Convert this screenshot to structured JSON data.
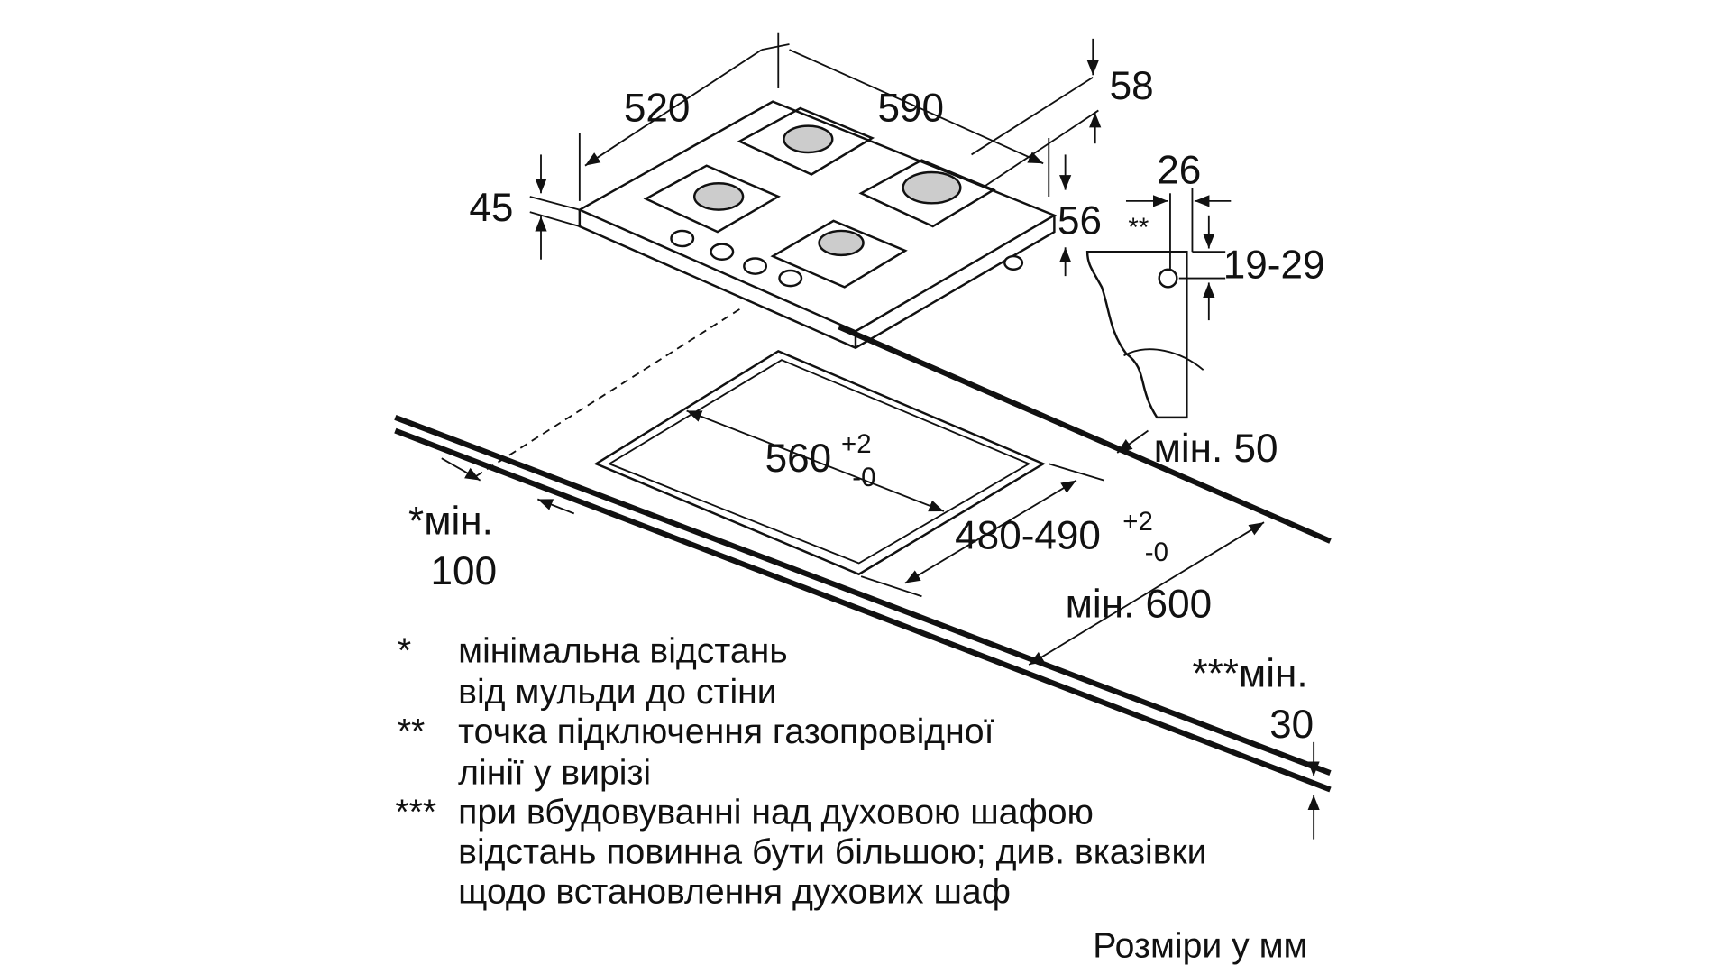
{
  "dimensions": {
    "depth": "520",
    "width": "590",
    "knob_height": "58",
    "hob_height": "45",
    "side_offset": "56",
    "gas_offset": "26",
    "gas_marker": "**",
    "gas_height": "19-29",
    "min_back": "мін. 50",
    "cutout_width": "560",
    "cutout_width_tol_plus": "+2",
    "cutout_width_tol_minus": "-0",
    "cutout_depth": "480-490",
    "cutout_depth_tol_plus": "+2",
    "cutout_depth_tol_minus": "-0",
    "min_wall_label": "*мін.",
    "min_wall_value": "100",
    "min_depth": "мін. 600",
    "min_front_label": "***мін.",
    "min_front_value": "30"
  },
  "legend": [
    {
      "mark": "*",
      "lines": [
        "мінімальна відстань",
        "від мульди до стіни"
      ]
    },
    {
      "mark": "**",
      "lines": [
        "точка підключення газопровідної",
        "лінії у вирізі"
      ]
    },
    {
      "mark": "***",
      "lines": [
        "при вбудовуванні над духовою шафою",
        "відстань повинна бути більшою; див. вказівки",
        "щодо встановлення духових шаф"
      ]
    }
  ],
  "units_note": "Розміри у мм"
}
